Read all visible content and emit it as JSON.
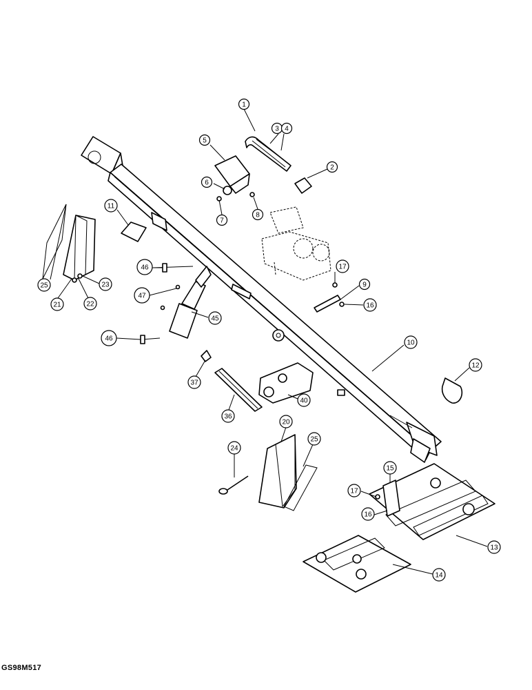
{
  "figure_id": "GS98M517",
  "callouts": [
    "1",
    "2",
    "3",
    "4",
    "5",
    "6",
    "7",
    "8",
    "9",
    "10",
    "11",
    "12",
    "13",
    "14",
    "15",
    "16",
    "16",
    "17",
    "17",
    "20",
    "21",
    "22",
    "23",
    "24",
    "25",
    "25",
    "36",
    "37",
    "40",
    "45",
    "46",
    "46",
    "47"
  ]
}
